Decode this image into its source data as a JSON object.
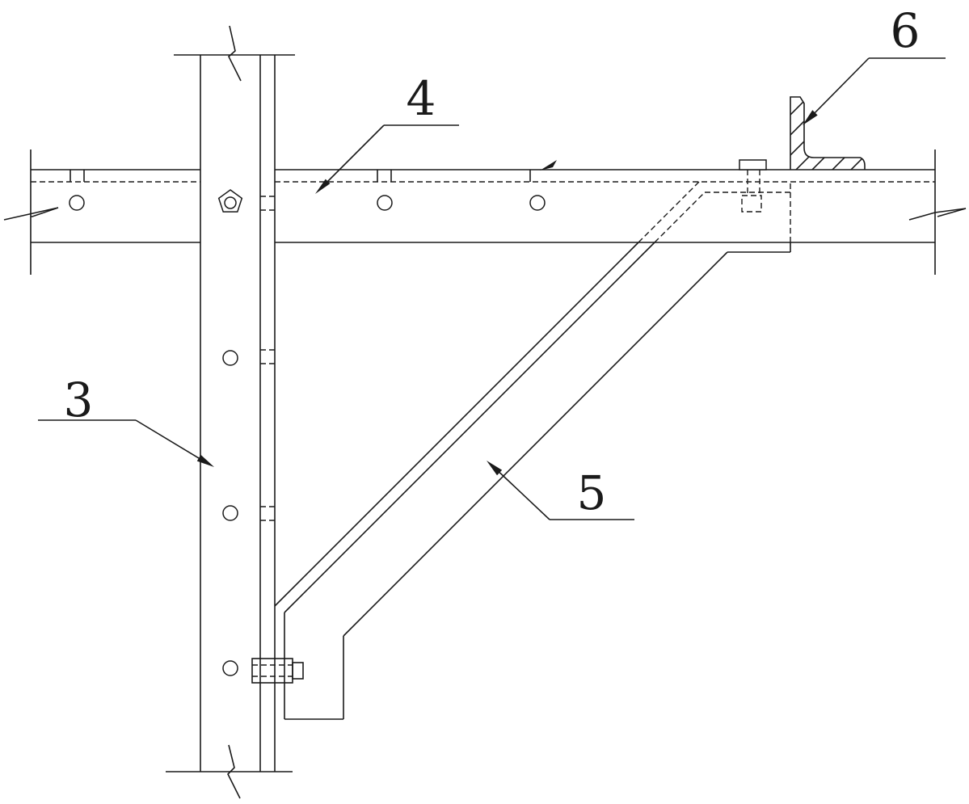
{
  "labels": {
    "post": "3",
    "beam": "4",
    "brace": "5",
    "angle": "6"
  },
  "colors": {
    "stroke": "#1a1a1a",
    "background": "#ffffff"
  }
}
